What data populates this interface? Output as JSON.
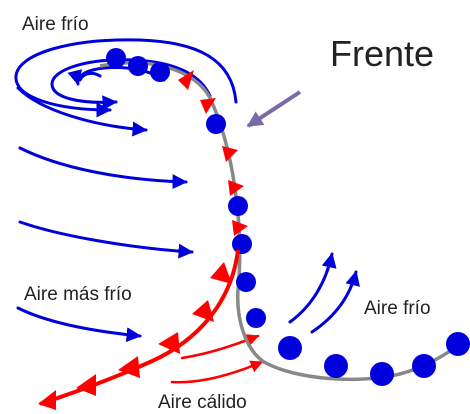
{
  "labels": {
    "cold_air_top": "Aire frío",
    "title": "Frente",
    "colder_air": "Aire más frío",
    "cold_air_right": "Aire frío",
    "warm_air": "Aire cálido"
  },
  "colors": {
    "cold": "#0000dd",
    "warm": "#ff0000",
    "front_line": "#888888",
    "pointer": "#7a6aa8",
    "text": "#222222"
  }
}
